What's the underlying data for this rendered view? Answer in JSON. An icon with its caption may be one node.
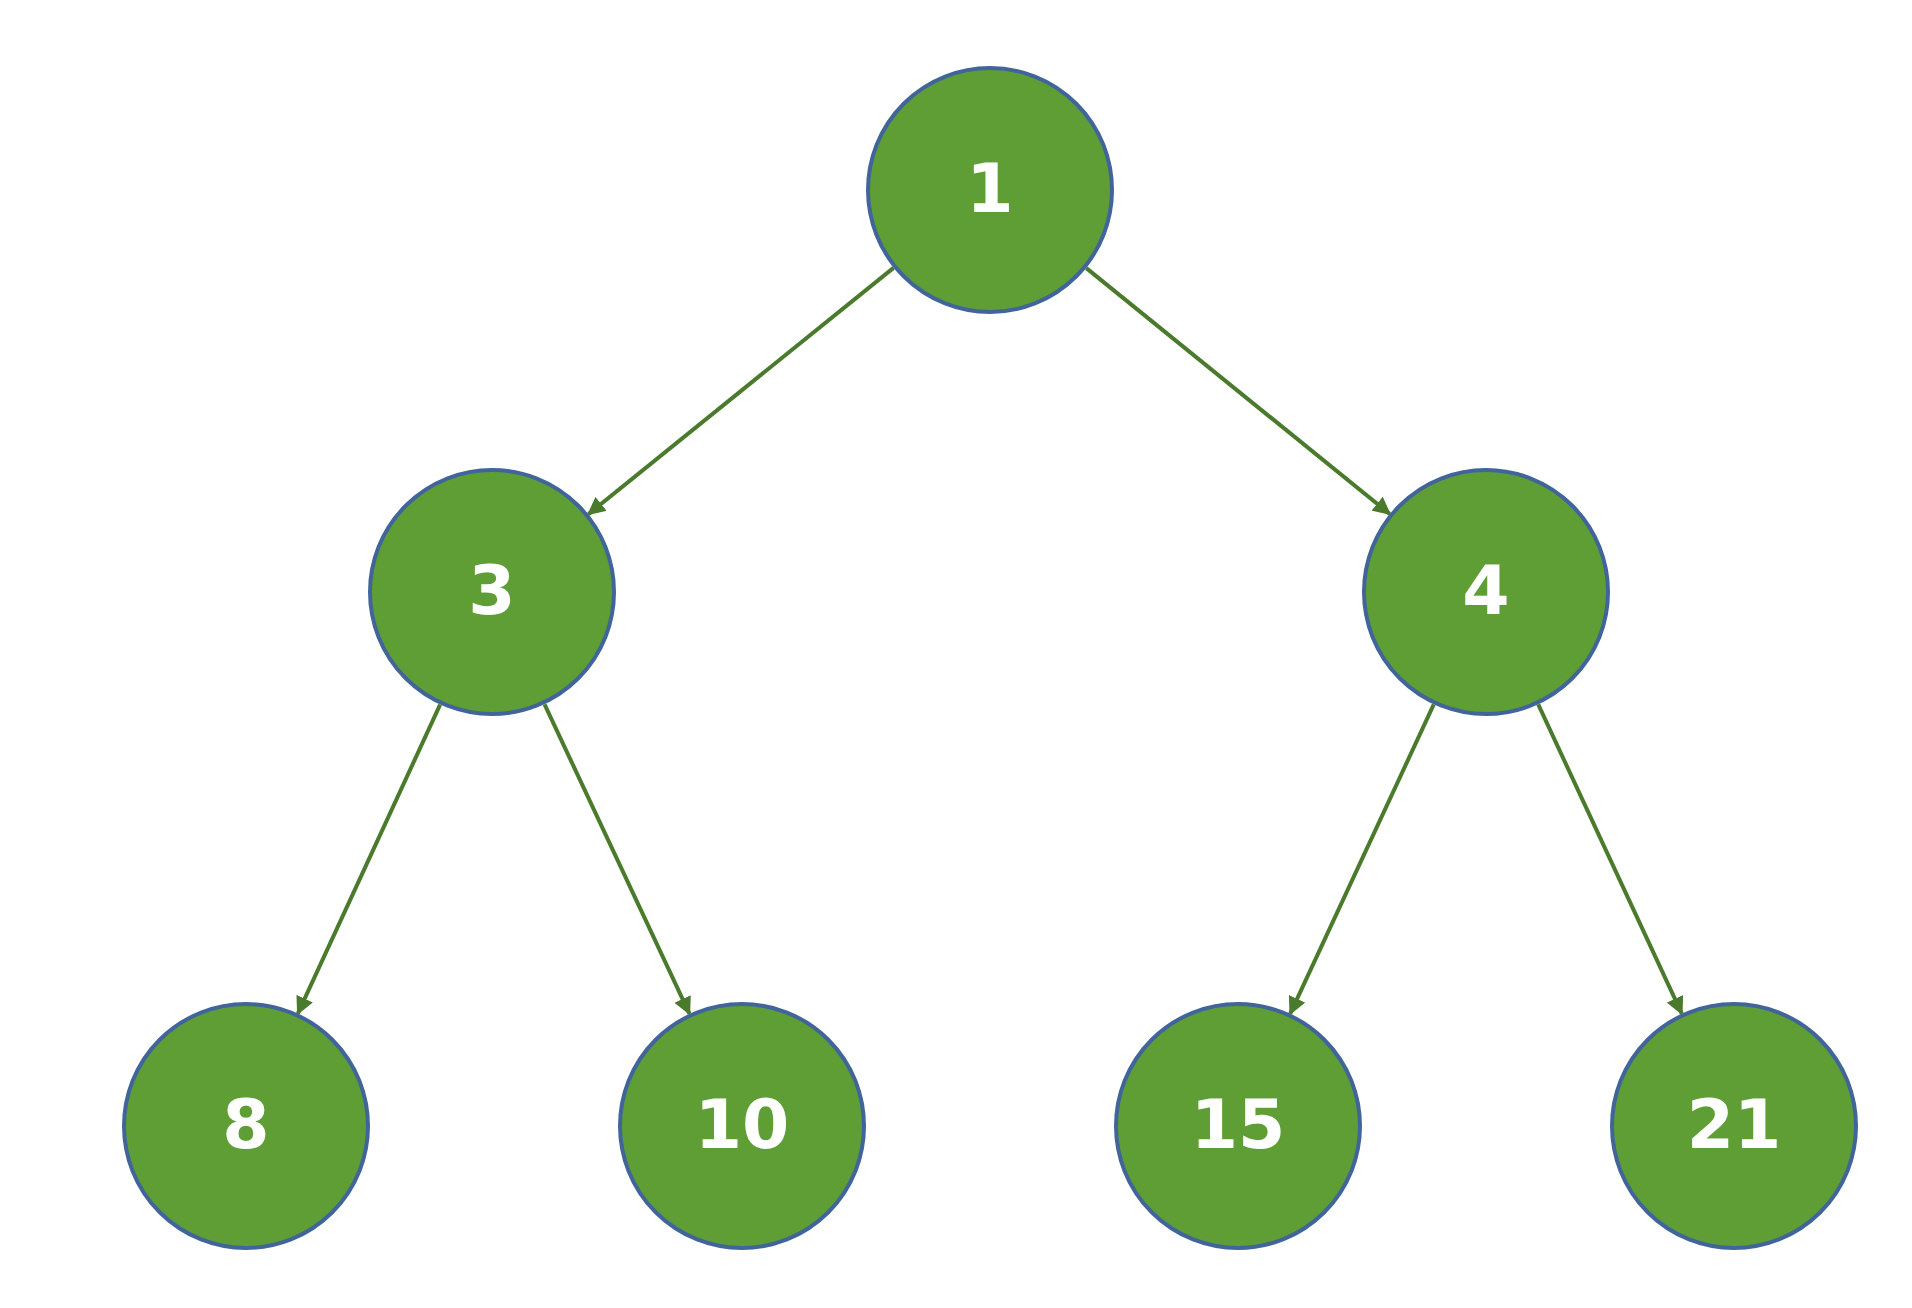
{
  "diagram": {
    "nodes": [
      {
        "text": [
          "1"
        ]
      },
      {
        "text": [
          "3"
        ]
      },
      {
        "text": [
          "4"
        ]
      },
      {
        "text": [
          "8"
        ]
      },
      {
        "text": [
          "10"
        ]
      },
      {
        "text": [
          "15"
        ]
      },
      {
        "text": [
          "21"
        ]
      }
    ],
    "edges": [
      {
        "from": 0,
        "to": 1,
        "arrow": "to"
      },
      {
        "from": 0,
        "to": 2,
        "arrow": "to"
      },
      {
        "from": 1,
        "to": 3,
        "arrow": "to"
      },
      {
        "from": 1,
        "to": 4,
        "arrow": "to"
      },
      {
        "from": 2,
        "to": 5,
        "arrow": "to"
      },
      {
        "from": 2,
        "to": 6,
        "arrow": "to"
      }
    ]
  }
}
